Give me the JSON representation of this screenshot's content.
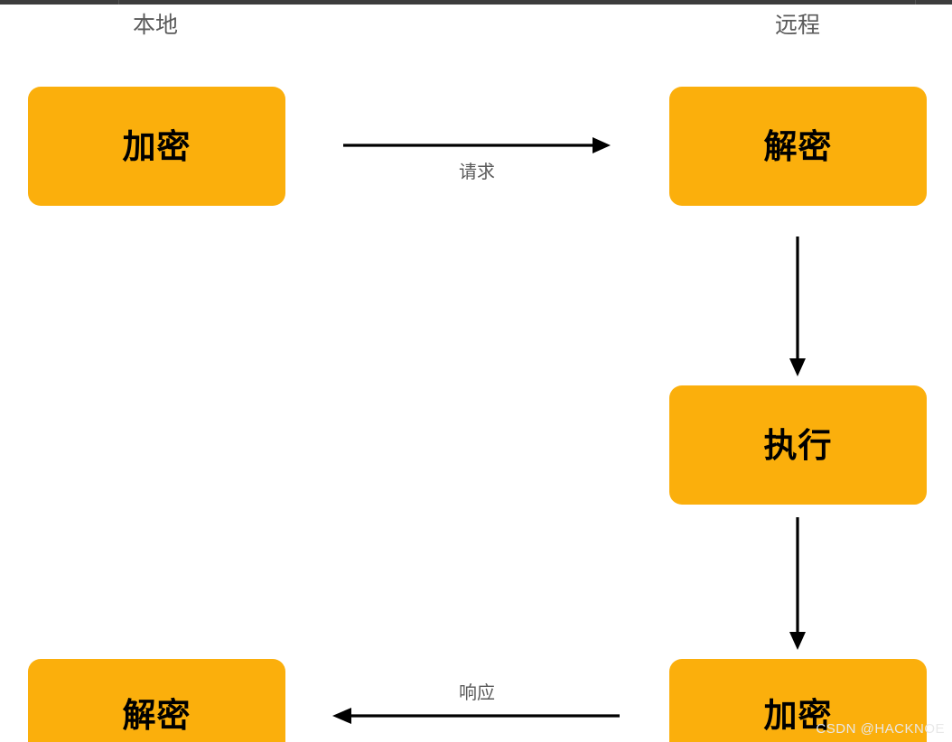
{
  "diagram": {
    "background_color": "#ffffff",
    "node_color": "#fbaf0c",
    "text_color": "#000000",
    "label_color": "#5a5a5a",
    "arrow_color": "#000000",
    "chrome_color": "#3c3c3c",
    "columns": [
      {
        "id": "local",
        "label": "本地"
      },
      {
        "id": "remote",
        "label": "远程"
      }
    ],
    "nodes": [
      {
        "id": "local-encrypt",
        "label": "加密",
        "column": "local",
        "row": "top"
      },
      {
        "id": "remote-decrypt",
        "label": "解密",
        "column": "remote",
        "row": "top"
      },
      {
        "id": "remote-execute",
        "label": "执行",
        "column": "remote",
        "row": "middle"
      },
      {
        "id": "remote-encrypt",
        "label": "加密",
        "column": "remote",
        "row": "bottom"
      },
      {
        "id": "local-decrypt",
        "label": "解密",
        "column": "local",
        "row": "bottom"
      }
    ],
    "edges": [
      {
        "id": "request",
        "label": "请求",
        "from": "local-encrypt",
        "to": "remote-decrypt",
        "direction": "right"
      },
      {
        "id": "decrypt-to-execute",
        "label": "",
        "from": "remote-decrypt",
        "to": "remote-execute",
        "direction": "down"
      },
      {
        "id": "execute-to-encrypt",
        "label": "",
        "from": "remote-execute",
        "to": "remote-encrypt",
        "direction": "down"
      },
      {
        "id": "response",
        "label": "响应",
        "from": "remote-encrypt",
        "to": "local-decrypt",
        "direction": "left"
      }
    ]
  },
  "watermark": {
    "text": "CSDN @HACKNOE"
  }
}
